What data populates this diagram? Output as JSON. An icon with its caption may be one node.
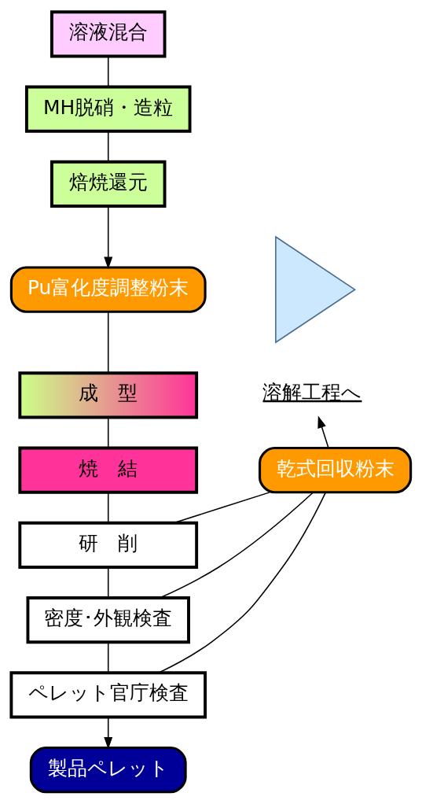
{
  "diagram": {
    "nodes": [
      {
        "text": [
          "溶液混合"
        ]
      },
      {
        "text": [
          "MH脱硝・造粒"
        ]
      },
      {
        "text": [
          "焙焼還元"
        ]
      },
      {
        "text": [
          "Pu富化度調整粉末"
        ]
      },
      {
        "text": [],
        "shape": "triangle"
      },
      {
        "text": [
          "成　型"
        ]
      },
      {
        "text": [
          "焼　結"
        ]
      },
      {
        "text": [
          "研　削"
        ]
      },
      {
        "text": [
          "密度･外観検査"
        ]
      },
      {
        "text": [
          "ペレット官庁検査"
        ]
      },
      {
        "text": [
          "製品ペレット"
        ]
      },
      {
        "text": [
          "乾式回収粉末"
        ]
      },
      {
        "text": [
          "溶解工程へ"
        ]
      }
    ],
    "edges": [
      {
        "from": 0,
        "to": 1,
        "arrow": "none"
      },
      {
        "from": 1,
        "to": 2,
        "arrow": "none"
      },
      {
        "from": 2,
        "to": 3,
        "arrow": "to"
      },
      {
        "from": 3,
        "to": 5,
        "arrow": "none"
      },
      {
        "from": 5,
        "to": 6,
        "arrow": "none"
      },
      {
        "from": 6,
        "to": 7,
        "arrow": "none"
      },
      {
        "from": 7,
        "to": 8,
        "arrow": "none"
      },
      {
        "from": 8,
        "to": 9,
        "arrow": "none"
      },
      {
        "from": 9,
        "to": 10,
        "arrow": "to"
      },
      {
        "from": 7,
        "to": 11,
        "arrow": "none"
      },
      {
        "from": 8,
        "to": 11,
        "arrow": "none"
      },
      {
        "from": 9,
        "to": 11,
        "arrow": "none"
      },
      {
        "from": 11,
        "to": 12,
        "arrow": "to"
      }
    ]
  }
}
